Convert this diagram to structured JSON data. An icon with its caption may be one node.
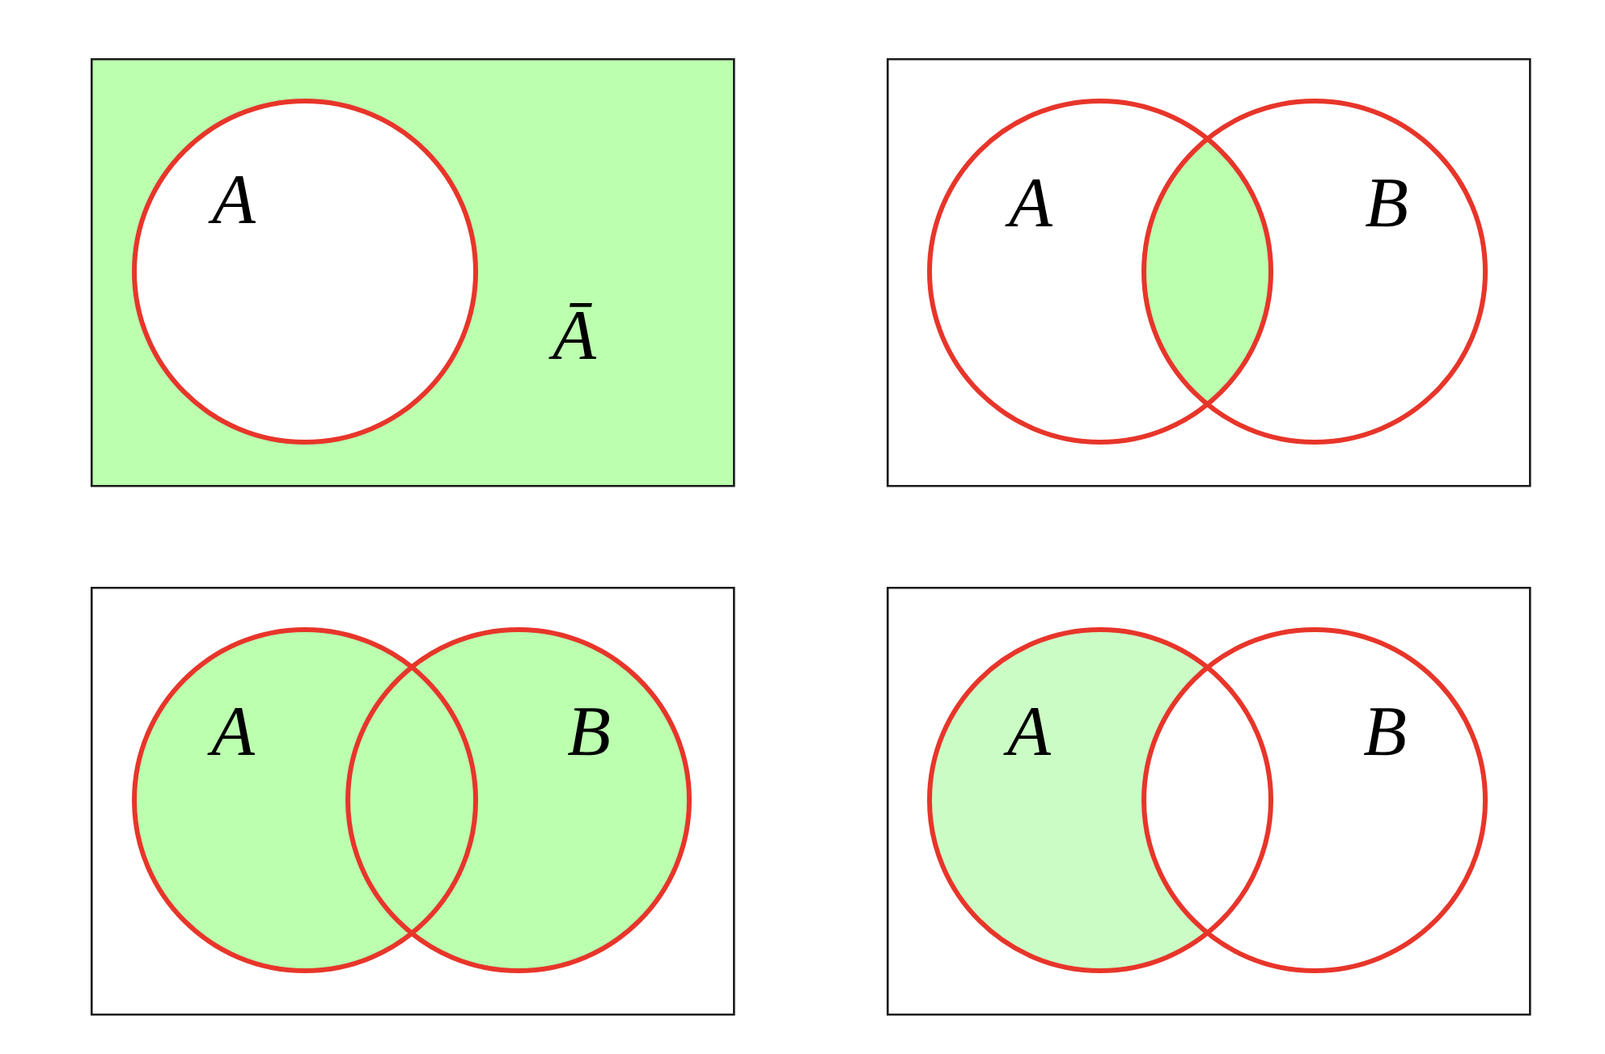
{
  "diagram": {
    "nodes": [
      {
        "text": [
          "Ā"
        ]
      },
      {
        "text": [
          "A"
        ],
        "in": 0
      },
      {
        "text": [],
        "shape": "box"
      },
      {
        "text": [
          "A"
        ],
        "in": 2
      },
      {
        "text": [
          "B"
        ],
        "in": 2
      },
      {
        "text": [],
        "shape": "box"
      },
      {
        "text": [
          "A"
        ],
        "in": 5
      },
      {
        "text": [
          "B"
        ],
        "in": 5
      },
      {
        "text": [],
        "shape": "box"
      },
      {
        "text": [
          "A"
        ],
        "in": 8
      },
      {
        "text": [
          "B"
        ],
        "in": 8
      }
    ]
  }
}
